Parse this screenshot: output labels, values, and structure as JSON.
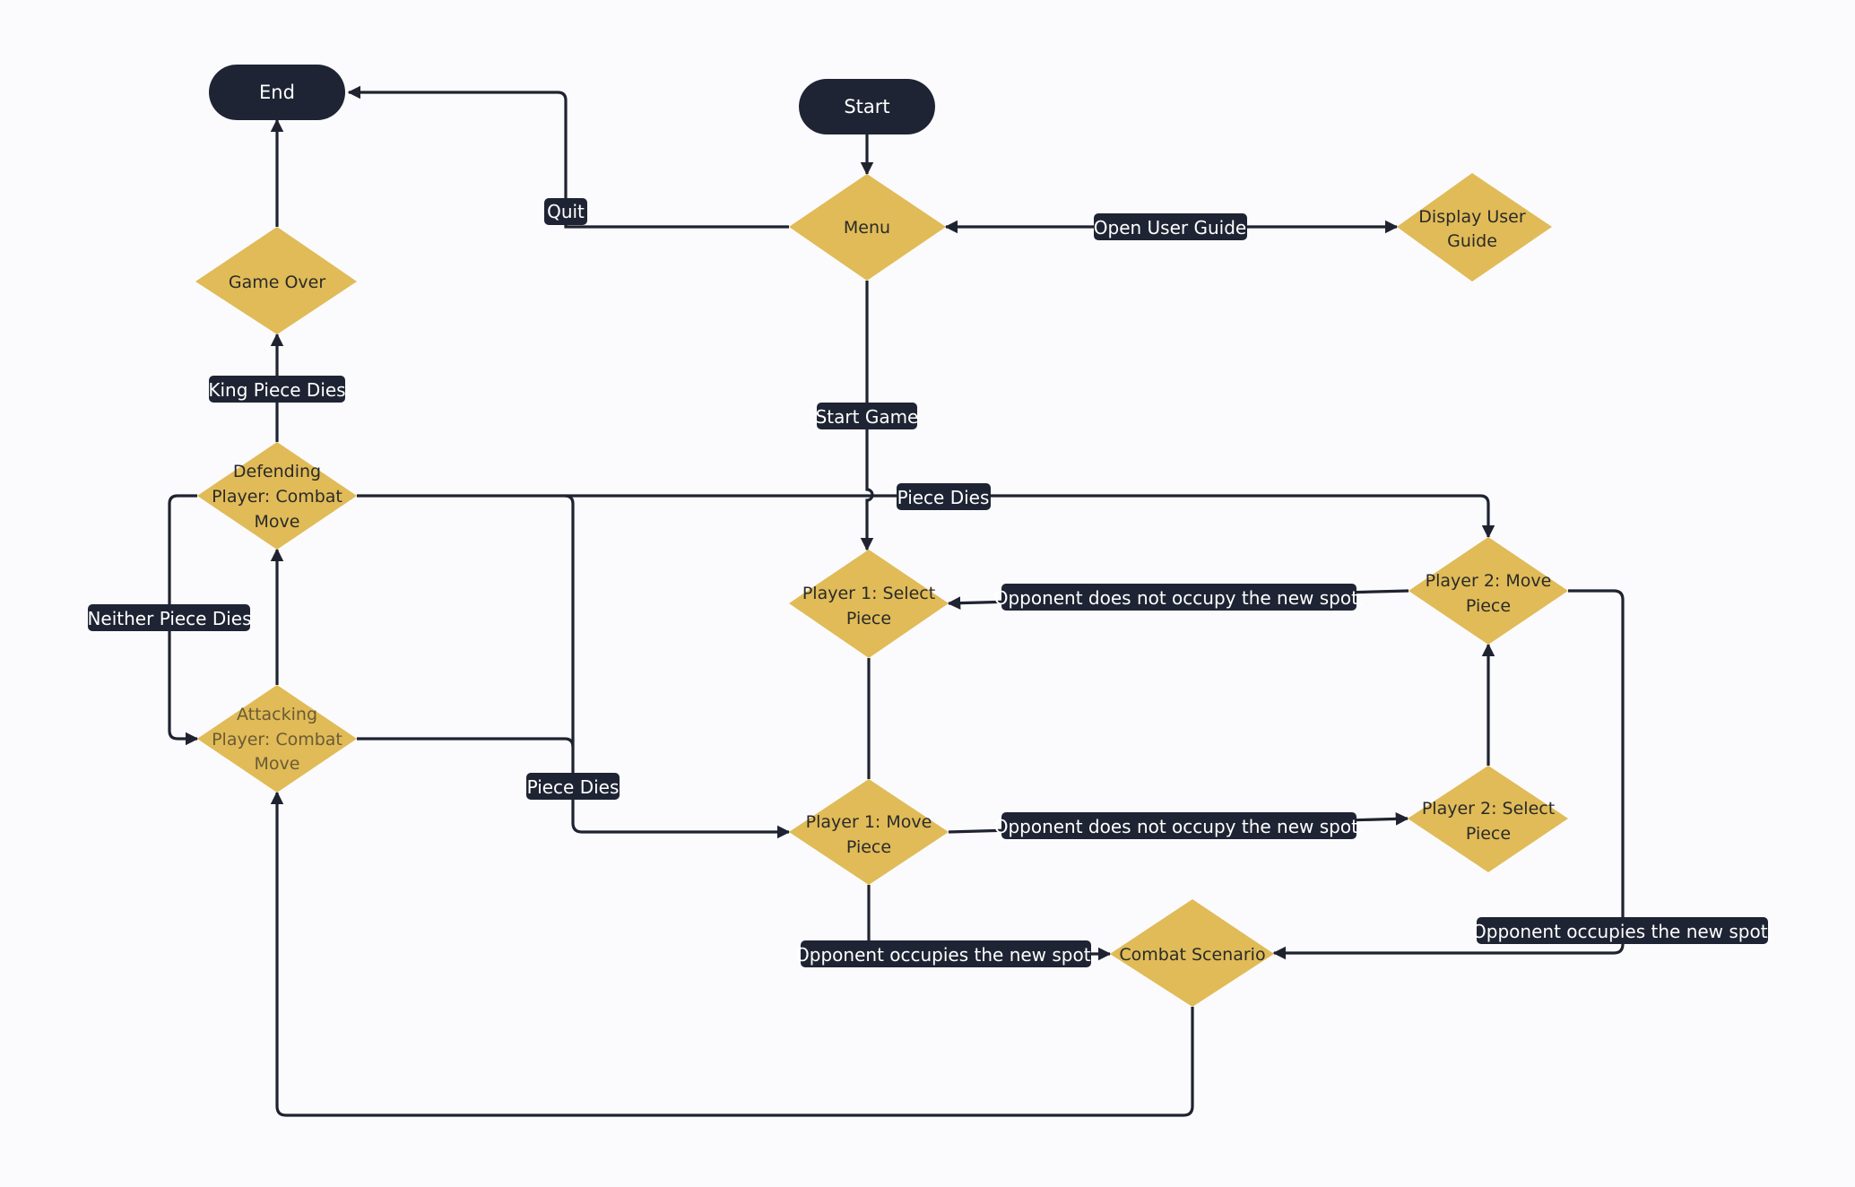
{
  "diagram": {
    "terminals": {
      "start": "Start",
      "end": "End"
    },
    "decisions": {
      "menu": "Menu",
      "display_user_guide": [
        "Display User",
        "Guide"
      ],
      "game_over": "Game Over",
      "defending_combat": [
        "Defending",
        "Player: Combat",
        "Move"
      ],
      "attacking_combat": [
        "Attacking",
        "Player: Combat",
        "Move"
      ],
      "p1_select": [
        "Player 1: Select",
        "Piece"
      ],
      "p1_move": [
        "Player 1: Move",
        "Piece"
      ],
      "p2_select": [
        "Player 2: Select",
        "Piece"
      ],
      "p2_move": [
        "Player 2: Move",
        "Piece"
      ],
      "combat": "Combat Scenario"
    },
    "edge_labels": {
      "quit": "Quit",
      "open_user_guide": "Open User Guide",
      "start_game": "Start Game",
      "king_piece_dies": "King Piece Dies",
      "neither_piece_dies": "Neither Piece Dies",
      "piece_dies_top": "Piece Dies",
      "piece_dies_bottom": "Piece Dies",
      "p2_not_occupy": "Opponent does not occupy the new spot.",
      "p1_not_occupy": "Opponent does not occupy the new spot.",
      "p1_occupies": "Opponent occupies the new spot.",
      "p2_occupies": "Opponent occupies the new spot."
    }
  },
  "colors": {
    "background": "#fbfbfd",
    "terminal": "#1e2433",
    "decision": "#e0bb57",
    "line": "#1f2330"
  }
}
